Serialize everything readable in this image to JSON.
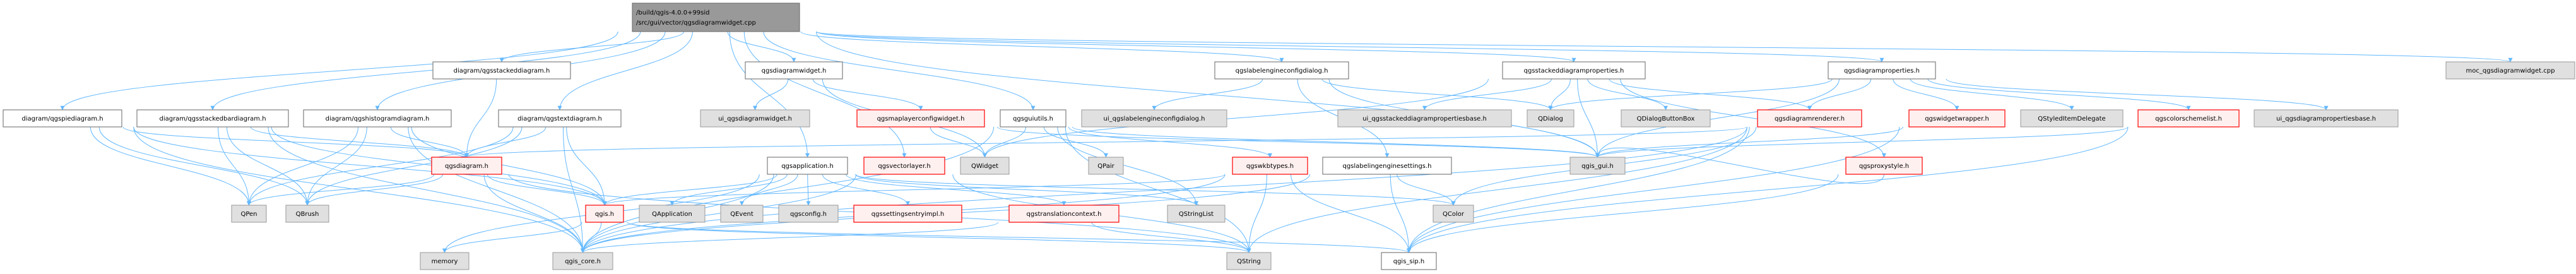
{
  "title": "Include dependency graph for qgsdiagramwidget.cpp",
  "colors": {
    "edge": "#63b8ff",
    "root_fill": "#999999",
    "root_stroke": "#666666",
    "normal_fill": "#ffffff",
    "normal_stroke": "#666666",
    "external_fill": "#e0e0e0",
    "external_stroke": "#999999",
    "truncated_fill": "#fff0f0",
    "truncated_stroke": "#ff0000"
  },
  "nodes": [
    {
      "id": "root",
      "label": [
        "/build/qgis-4.0.0+99sid",
        "/src/gui/vector/qgsdiagramwidget.cpp"
      ],
      "style": "root"
    },
    {
      "id": "stackeddiagram",
      "label": [
        "diagram/qgsstackeddiagram.h"
      ],
      "style": "normal"
    },
    {
      "id": "qgsdiagramwidget",
      "label": [
        "qgsdiagramwidget.h"
      ],
      "style": "normal"
    },
    {
      "id": "labelengineconfigdialog",
      "label": [
        "qgslabelengineconfigdialog.h"
      ],
      "style": "normal"
    },
    {
      "id": "stackeddiagramproperties",
      "label": [
        "qgsstackeddiagramproperties.h"
      ],
      "style": "normal"
    },
    {
      "id": "diagramproperties",
      "label": [
        "qgsdiagramproperties.h"
      ],
      "style": "normal"
    },
    {
      "id": "moc",
      "label": [
        "moc_qgsdiagramwidget.cpp"
      ],
      "style": "external"
    },
    {
      "id": "piediagram",
      "label": [
        "diagram/qgspiediagram.h"
      ],
      "style": "normal"
    },
    {
      "id": "stackedbardiagram",
      "label": [
        "diagram/qgsstackedbardiagram.h"
      ],
      "style": "normal"
    },
    {
      "id": "histogramdiagram",
      "label": [
        "diagram/qgshistogramdiagram.h"
      ],
      "style": "normal"
    },
    {
      "id": "textdiagram",
      "label": [
        "diagram/qgstextdiagram.h"
      ],
      "style": "normal"
    },
    {
      "id": "ui_diagramwidget",
      "label": [
        "ui_qgsdiagramwidget.h"
      ],
      "style": "external"
    },
    {
      "id": "maplayerconfigwidget",
      "label": [
        "qgsmaplayerconfigwidget.h"
      ],
      "style": "truncated"
    },
    {
      "id": "guiutils",
      "label": [
        "qgsguiutils.h"
      ],
      "style": "normal"
    },
    {
      "id": "ui_labelengineconfigdialog",
      "label": [
        "ui_qgslabelengineconfigdialog.h"
      ],
      "style": "external"
    },
    {
      "id": "ui_stackeddiagrampropertiesbase",
      "label": [
        "ui_qgsstackeddiagrampropertiesbase.h"
      ],
      "style": "external"
    },
    {
      "id": "QDialog",
      "label": [
        "QDialog"
      ],
      "style": "external"
    },
    {
      "id": "QDialogButtonBox",
      "label": [
        "QDialogButtonBox"
      ],
      "style": "external"
    },
    {
      "id": "diagramrenderer",
      "label": [
        "qgsdiagramrenderer.h"
      ],
      "style": "truncated"
    },
    {
      "id": "widgetwrapper",
      "label": [
        "qgswidgetwrapper.h"
      ],
      "style": "truncated"
    },
    {
      "id": "QStyledItemDelegate",
      "label": [
        "QStyledItemDelegate"
      ],
      "style": "external"
    },
    {
      "id": "colorschemelist",
      "label": [
        "qgscolorschemelist.h"
      ],
      "style": "truncated"
    },
    {
      "id": "ui_diagrampropertiesbase",
      "label": [
        "ui_qgsdiagrampropertiesbase.h"
      ],
      "style": "external"
    },
    {
      "id": "qgsdiagram",
      "label": [
        "qgsdiagram.h"
      ],
      "style": "truncated"
    },
    {
      "id": "application",
      "label": [
        "qgsapplication.h"
      ],
      "style": "normal"
    },
    {
      "id": "vectorlayer",
      "label": [
        "qgsvectorlayer.h"
      ],
      "style": "truncated"
    },
    {
      "id": "QWidget",
      "label": [
        "QWidget"
      ],
      "style": "external"
    },
    {
      "id": "QPair",
      "label": [
        "QPair"
      ],
      "style": "external"
    },
    {
      "id": "wkbtypes",
      "label": [
        "qgswkbtypes.h"
      ],
      "style": "truncated"
    },
    {
      "id": "labelingenginesettings",
      "label": [
        "qgslabelingenginesettings.h"
      ],
      "style": "normal"
    },
    {
      "id": "qgis_gui",
      "label": [
        "qgis_gui.h"
      ],
      "style": "external"
    },
    {
      "id": "proxystyle",
      "label": [
        "qgsproxystyle.h"
      ],
      "style": "truncated"
    },
    {
      "id": "QPen",
      "label": [
        "QPen"
      ],
      "style": "external"
    },
    {
      "id": "QBrush",
      "label": [
        "QBrush"
      ],
      "style": "external"
    },
    {
      "id": "qgis",
      "label": [
        "qgis.h"
      ],
      "style": "truncated"
    },
    {
      "id": "QApplication",
      "label": [
        "QApplication"
      ],
      "style": "external"
    },
    {
      "id": "QEvent",
      "label": [
        "QEvent"
      ],
      "style": "external"
    },
    {
      "id": "qgsconfig",
      "label": [
        "qgsconfig.h"
      ],
      "style": "external"
    },
    {
      "id": "settingsentryimpl",
      "label": [
        "qgssettingsentryimpl.h"
      ],
      "style": "truncated"
    },
    {
      "id": "translationcontext",
      "label": [
        "qgstranslationcontext.h"
      ],
      "style": "truncated"
    },
    {
      "id": "QStringList",
      "label": [
        "QStringList"
      ],
      "style": "external"
    },
    {
      "id": "QColor",
      "label": [
        "QColor"
      ],
      "style": "external"
    },
    {
      "id": "memory",
      "label": [
        "memory"
      ],
      "style": "external"
    },
    {
      "id": "qgis_core",
      "label": [
        "qgis_core.h"
      ],
      "style": "external"
    },
    {
      "id": "QString",
      "label": [
        "QString"
      ],
      "style": "external"
    },
    {
      "id": "qgis_sip",
      "label": [
        "qgis_sip.h"
      ],
      "style": "normal"
    }
  ],
  "edges": [
    [
      "root",
      "stackeddiagram"
    ],
    [
      "root",
      "qgsdiagramwidget"
    ],
    [
      "root",
      "labelengineconfigdialog"
    ],
    [
      "root",
      "stackeddiagramproperties"
    ],
    [
      "root",
      "diagramproperties"
    ],
    [
      "root",
      "moc"
    ],
    [
      "root",
      "piediagram"
    ],
    [
      "root",
      "stackedbardiagram"
    ],
    [
      "root",
      "histogramdiagram"
    ],
    [
      "root",
      "textdiagram"
    ],
    [
      "root",
      "guiutils"
    ],
    [
      "root",
      "application"
    ],
    [
      "root",
      "vectorlayer"
    ],
    [
      "root",
      "qgis_gui"
    ],
    [
      "stackeddiagram",
      "qgsdiagram"
    ],
    [
      "piediagram",
      "qgsdiagram"
    ],
    [
      "piediagram",
      "QPen"
    ],
    [
      "piediagram",
      "QBrush"
    ],
    [
      "piediagram",
      "qgis"
    ],
    [
      "piediagram",
      "qgis_core"
    ],
    [
      "stackedbardiagram",
      "qgsdiagram"
    ],
    [
      "stackedbardiagram",
      "QPen"
    ],
    [
      "stackedbardiagram",
      "QBrush"
    ],
    [
      "stackedbardiagram",
      "qgis"
    ],
    [
      "stackedbardiagram",
      "qgis_core"
    ],
    [
      "histogramdiagram",
      "qgsdiagram"
    ],
    [
      "histogramdiagram",
      "QPen"
    ],
    [
      "histogramdiagram",
      "QBrush"
    ],
    [
      "histogramdiagram",
      "qgis"
    ],
    [
      "histogramdiagram",
      "qgis_core"
    ],
    [
      "textdiagram",
      "qgsdiagram"
    ],
    [
      "textdiagram",
      "QPen"
    ],
    [
      "textdiagram",
      "QBrush"
    ],
    [
      "textdiagram",
      "qgis"
    ],
    [
      "textdiagram",
      "qgis_core"
    ],
    [
      "qgsdiagram",
      "QPen"
    ],
    [
      "qgsdiagram",
      "QBrush"
    ],
    [
      "qgsdiagram",
      "qgis"
    ],
    [
      "qgsdiagram",
      "qgis_core"
    ],
    [
      "qgsdiagram",
      "QString"
    ],
    [
      "qgis",
      "memory"
    ],
    [
      "qgis",
      "qgis_core"
    ],
    [
      "qgis",
      "qgis_sip"
    ],
    [
      "qgis",
      "QString"
    ],
    [
      "qgsdiagramwidget",
      "ui_diagramwidget"
    ],
    [
      "qgsdiagramwidget",
      "maplayerconfigwidget"
    ],
    [
      "qgsdiagramwidget",
      "QWidget"
    ],
    [
      "maplayerconfigwidget",
      "QWidget"
    ],
    [
      "maplayerconfigwidget",
      "qgis_gui"
    ],
    [
      "guiutils",
      "QWidget"
    ],
    [
      "guiutils",
      "QPair"
    ],
    [
      "guiutils",
      "qgis_gui"
    ],
    [
      "guiutils",
      "wkbtypes"
    ],
    [
      "guiutils",
      "QString"
    ],
    [
      "guiutils",
      "qgis_core"
    ],
    [
      "guiutils",
      "QStringList"
    ],
    [
      "labelengineconfigdialog",
      "ui_labelengineconfigdialog"
    ],
    [
      "labelengineconfigdialog",
      "QDialog"
    ],
    [
      "labelengineconfigdialog",
      "qgis_gui"
    ],
    [
      "labelengineconfigdialog",
      "labelingenginesettings"
    ],
    [
      "application",
      "QApplication"
    ],
    [
      "application",
      "QEvent"
    ],
    [
      "application",
      "qgsconfig"
    ],
    [
      "application",
      "settingsentryimpl"
    ],
    [
      "application",
      "translationcontext"
    ],
    [
      "application",
      "QStringList"
    ],
    [
      "application",
      "qgis_core"
    ],
    [
      "application",
      "qgis"
    ],
    [
      "application",
      "QColor"
    ],
    [
      "application",
      "memory"
    ],
    [
      "vectorlayer",
      "qgis_core"
    ],
    [
      "vectorlayer",
      "QString"
    ],
    [
      "wkbtypes",
      "qgis"
    ],
    [
      "wkbtypes",
      "QString"
    ],
    [
      "wkbtypes",
      "qgis_sip"
    ],
    [
      "wkbtypes",
      "qgis_core"
    ],
    [
      "labelingenginesettings",
      "QColor"
    ],
    [
      "labelingenginesettings",
      "qgis_sip"
    ],
    [
      "labelingenginesettings",
      "qgis_core"
    ],
    [
      "translationcontext",
      "QString"
    ],
    [
      "translationcontext",
      "qgis_core"
    ],
    [
      "stackeddiagramproperties",
      "ui_stackeddiagrampropertiesbase"
    ],
    [
      "stackeddiagramproperties",
      "QDialog"
    ],
    [
      "stackeddiagramproperties",
      "QDialogButtonBox"
    ],
    [
      "stackeddiagramproperties",
      "qgis_gui"
    ],
    [
      "stackeddiagramproperties",
      "diagramrenderer"
    ],
    [
      "stackeddiagramproperties",
      "proxystyle"
    ],
    [
      "stackeddiagramproperties",
      "QWidget"
    ],
    [
      "diagramproperties",
      "QDialog"
    ],
    [
      "diagramproperties",
      "qgis_gui"
    ],
    [
      "diagramproperties",
      "diagramrenderer"
    ],
    [
      "diagramproperties",
      "widgetwrapper"
    ],
    [
      "diagramproperties",
      "QStyledItemDelegate"
    ],
    [
      "diagramproperties",
      "colorschemelist"
    ],
    [
      "diagramproperties",
      "ui_diagrampropertiesbase"
    ],
    [
      "diagramrenderer",
      "qgsdiagram"
    ],
    [
      "diagramrenderer",
      "QColor"
    ],
    [
      "diagramrenderer",
      "qgis_sip"
    ],
    [
      "diagramrenderer",
      "QString"
    ],
    [
      "diagramrenderer",
      "qgis_core"
    ],
    [
      "proxystyle",
      "qgis_gui"
    ],
    [
      "proxystyle",
      "qgis_sip"
    ],
    [
      "widgetwrapper",
      "qgis_gui"
    ],
    [
      "widgetwrapper",
      "qgis_sip"
    ],
    [
      "colorschemelist",
      "qgis_gui"
    ],
    [
      "colorschemelist",
      "qgis_sip"
    ]
  ]
}
